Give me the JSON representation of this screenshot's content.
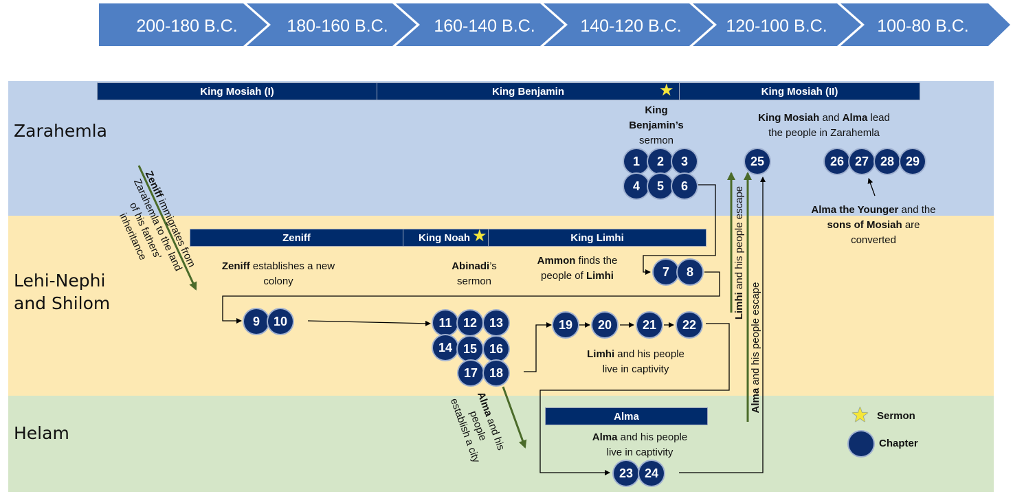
{
  "timeline": {
    "periods": [
      "200-180 B.C.",
      "180-160 B.C.",
      "160-140 B.C.",
      "140-120 B.C.",
      "120-100 B.C.",
      "100-80 B.C."
    ],
    "color": "#4f7fc4"
  },
  "regions": {
    "zarahemla": "Zarahemla",
    "lehi_nephi_line1": "Lehi-Nephi",
    "lehi_nephi_line2": "and Shilom",
    "helam": "Helam"
  },
  "band_colors": {
    "zarahemla": "#bfd1ea",
    "lehi_nephi": "#fde9b3",
    "helam": "#d5e6c8"
  },
  "reigns": {
    "king_mosiah_1": "King Mosiah (I)",
    "king_benjamin": "King Benjamin",
    "king_mosiah_2": "King Mosiah (II)",
    "zeniff": "Zeniff",
    "king_noah": "King Noah",
    "king_limhi": "King Limhi",
    "alma": "Alma"
  },
  "chapters": [
    "1",
    "2",
    "3",
    "4",
    "5",
    "6",
    "7",
    "8",
    "9",
    "10",
    "11",
    "12",
    "13",
    "14",
    "15",
    "16",
    "17",
    "18",
    "19",
    "20",
    "21",
    "22",
    "23",
    "24",
    "25",
    "26",
    "27",
    "28",
    "29"
  ],
  "notes": {
    "benjamin_l1": "King",
    "benjamin_l2": "Benjamin’s",
    "benjamin_l3": "sermon",
    "mosiah_alma_b1": "King Mosiah",
    "mosiah_alma_t1": " and ",
    "mosiah_alma_b2": "Alma",
    "mosiah_alma_t2": " lead",
    "mosiah_alma_l2": "the people in Zarahemla",
    "younger_b1": "Alma the Younger",
    "younger_t1": " and the",
    "younger_b2": "sons of Mosiah",
    "younger_t2": " are",
    "younger_l3": "converted",
    "zeniff_b": "Zeniff",
    "zeniff_t1": " establishes a new",
    "zeniff_l2": "colony",
    "abinadi_b": "Abinadi",
    "abinadi_t1": "’s",
    "abinadi_l2": "sermon",
    "ammon_b1": "Ammon",
    "ammon_t1": " finds the",
    "ammon_t2": "people of ",
    "ammon_b2": "Limhi",
    "limhi_capt_b": "Limhi",
    "limhi_capt_t1": " and his people",
    "limhi_capt_l2": "live in captivity",
    "alma_capt_b": "Alma",
    "alma_capt_t1": " and his people",
    "alma_capt_l2": "live in captivity",
    "zeniff_imm_b": "Zeniff",
    "zeniff_imm_t1": " immigrates from",
    "zeniff_imm_l2": "Zarahemla to the land",
    "zeniff_imm_l3": "of his fathers’",
    "zeniff_imm_l4": "inheritance",
    "alma_city_b": "Alma",
    "alma_city_t1": " and his",
    "alma_city_l2": "people",
    "alma_city_l3": "establish a city",
    "limhi_escape_b": "Limhi",
    "limhi_escape_t": " and his people escape",
    "alma_escape_b": "Alma",
    "alma_escape_t": " and his people escape"
  },
  "legend": {
    "sermon": "Sermon",
    "chapter": "Chapter"
  },
  "colors": {
    "reign_bar": "#002b6b",
    "chapter": "#0d2d6c",
    "green_arrow": "#4b6b2a",
    "star": "#f4e63a"
  }
}
